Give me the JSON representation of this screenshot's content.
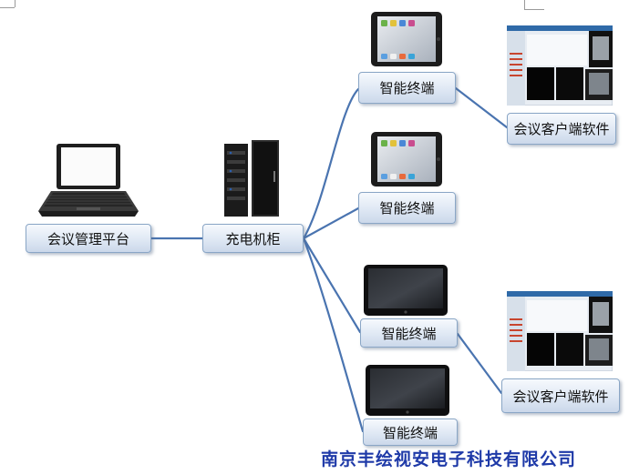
{
  "nodes": {
    "platform": "会议管理平台",
    "cabinet": "充电机柜",
    "terminal_1": "智能终端",
    "terminal_2": "智能终端",
    "terminal_3": "智能终端",
    "terminal_4": "智能终端",
    "client_1": "会议客户端软件",
    "client_2": "会议客户端软件"
  },
  "footer": "南京丰绘视安电子科技有限公司",
  "colors": {
    "connector": "#4a74b0",
    "node_border": "#8aa6c6",
    "node_fill_top": "#f6f9fd",
    "node_fill_bottom": "#cbd8ea",
    "footer_text": "#1f3aa8"
  },
  "icons": [
    "laptop-icon",
    "server-rack-icon",
    "ipad-icon",
    "android-tablet-icon",
    "software-screenshot-icon"
  ]
}
